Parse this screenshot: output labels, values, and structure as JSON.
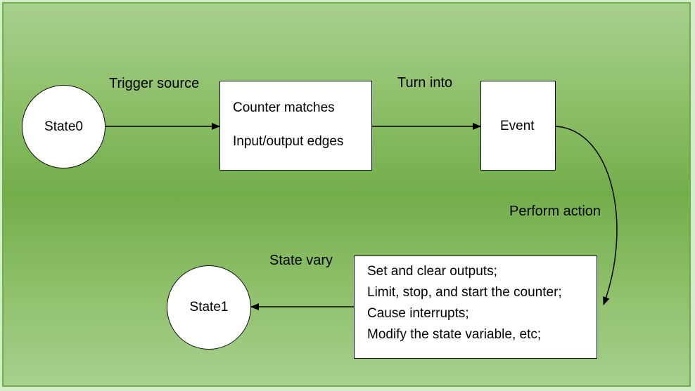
{
  "diagram": {
    "nodes": {
      "state0": "State0",
      "trigger_box": [
        "Counter matches",
        "Input/output edges"
      ],
      "event": "Event",
      "action_box": [
        "Set and clear outputs;",
        "Limit, stop, and start the counter;",
        "Cause interrupts;",
        "Modify the state variable, etc;"
      ],
      "state1": "State1"
    },
    "edge_labels": {
      "trigger_source": "Trigger source",
      "turn_into": "Turn into",
      "perform_action": "Perform action",
      "state_vary": "State vary"
    },
    "colors": {
      "background_light": "#a9d08e",
      "background_mid": "#72ae4a",
      "border": "#6fae48",
      "node_fill": "#ffffff",
      "stroke": "#000000"
    }
  }
}
